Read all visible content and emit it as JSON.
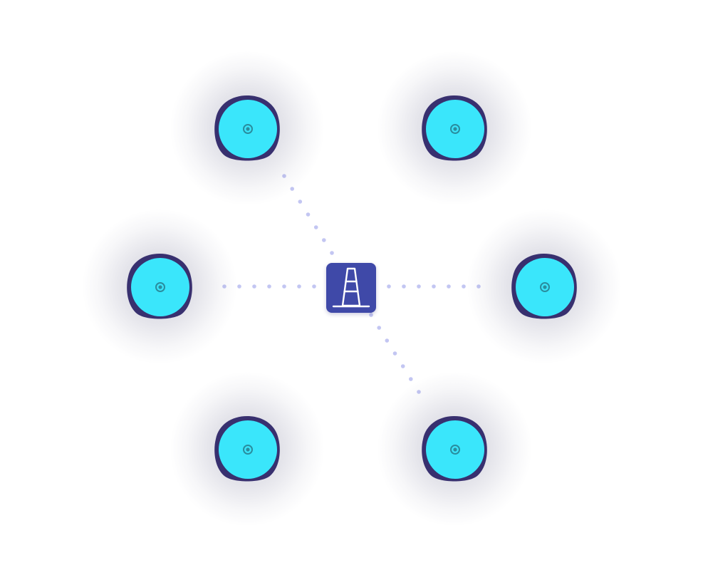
{
  "colors": {
    "hub_fill": "#3f49a8",
    "node_fill": "#3ae6fb",
    "node_rim": "#38306f",
    "connector_dot": "#c3c6f2",
    "icon_stroke": "#ffffff"
  },
  "hub": {
    "icon": "traffic-cone-icon"
  },
  "nodes": [
    {
      "id": "node-top-left",
      "icon": "target-dot-icon",
      "connected": true
    },
    {
      "id": "node-top-right",
      "icon": "target-dot-icon",
      "connected": false
    },
    {
      "id": "node-middle-left",
      "icon": "target-dot-icon",
      "connected": true
    },
    {
      "id": "node-middle-right",
      "icon": "target-dot-icon",
      "connected": true
    },
    {
      "id": "node-bottom-left",
      "icon": "target-dot-icon",
      "connected": false
    },
    {
      "id": "node-bottom-right",
      "icon": "target-dot-icon",
      "connected": true
    }
  ]
}
